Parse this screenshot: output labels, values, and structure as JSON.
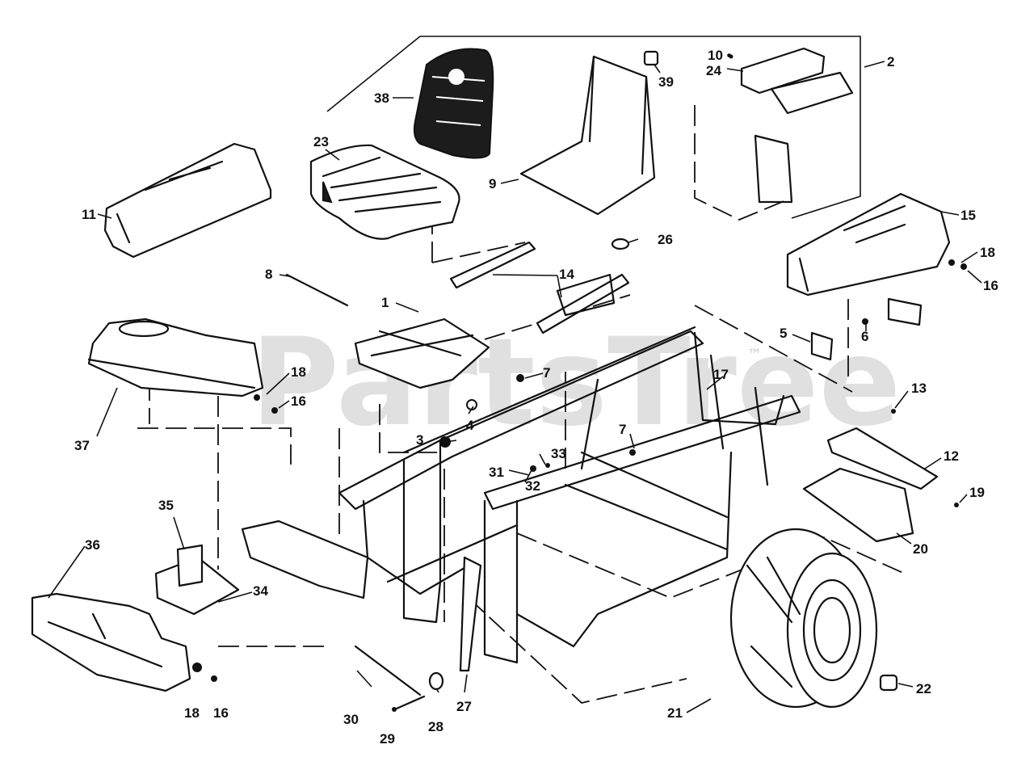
{
  "watermark": {
    "text": "PartsTree",
    "trademark": "™"
  },
  "callouts": {
    "c1": "1",
    "c2": "2",
    "c3": "3",
    "c4": "4",
    "c5": "5",
    "c6": "6",
    "c7a": "7",
    "c7b": "7",
    "c8": "8",
    "c9": "9",
    "c10": "10 •",
    "c11": "11",
    "c12": "12",
    "c13": "13",
    "c14": "14",
    "c15": "15",
    "c16a": "16",
    "c16b": "16",
    "c16c": "16",
    "c17": "17",
    "c18a": "18",
    "c18b": "18",
    "c18c": "18",
    "c19": "19",
    "c20": "20",
    "c21": "21",
    "c22": "22",
    "c23": "23",
    "c24": "24",
    "c26": "26",
    "c27": "27",
    "c28": "28",
    "c29": "29",
    "c30": "30",
    "c31": "31",
    "c32": "32",
    "c33": "33",
    "c34": "34",
    "c35": "35",
    "c36": "36",
    "c37": "37",
    "c38": "38",
    "c39": "39"
  }
}
